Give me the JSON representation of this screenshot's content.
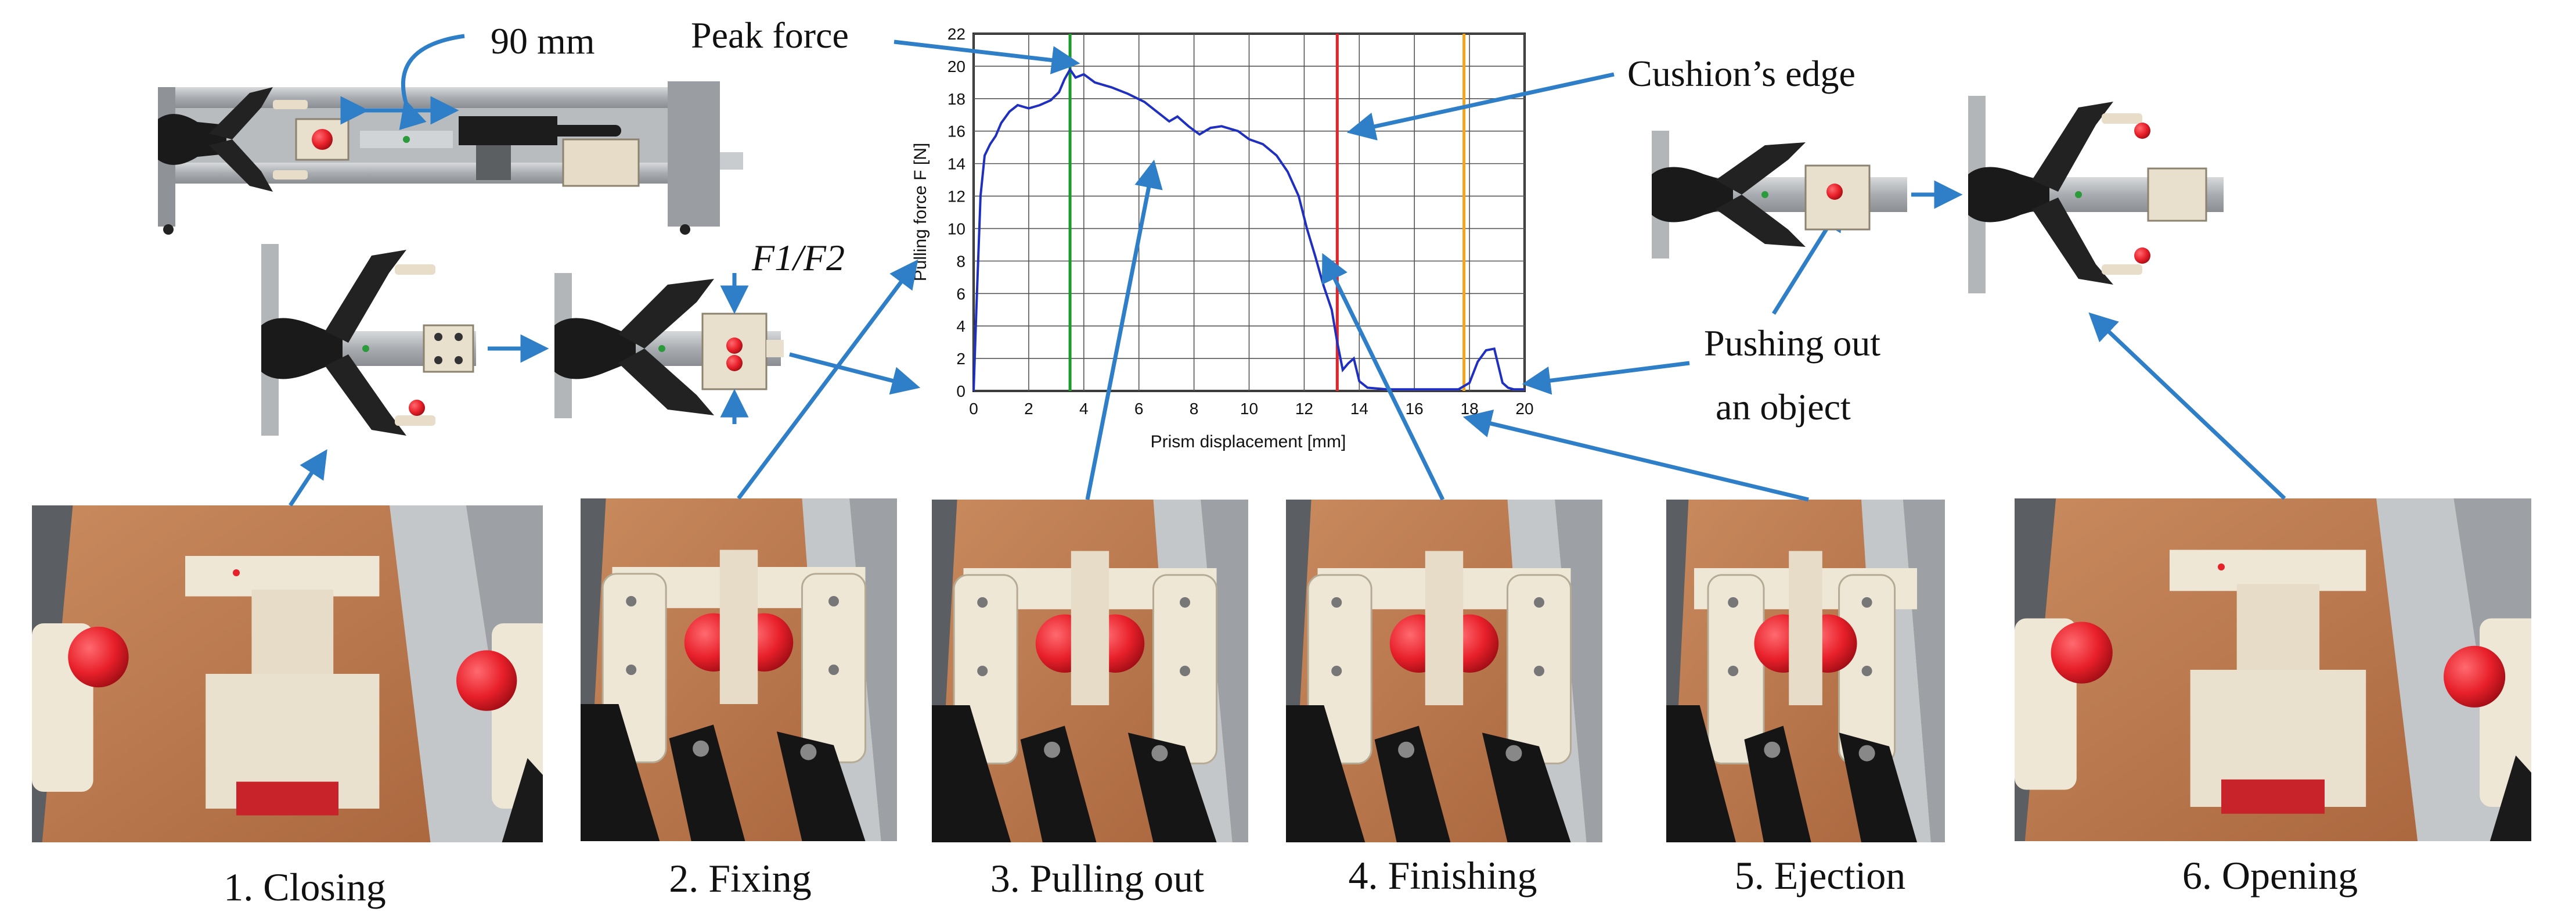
{
  "annotations": {
    "peak_force": "Peak force",
    "cushions_edge": "Cushion’s edge",
    "dimension": "90 mm",
    "force_label": "F1/F2",
    "pushing_out_line1": "Pushing out",
    "pushing_out_line2": "an object"
  },
  "steps": [
    {
      "label": "1. Closing"
    },
    {
      "label": "2. Fixing"
    },
    {
      "label": "3. Pulling out"
    },
    {
      "label": "4. Finishing"
    },
    {
      "label": "5. Ejection"
    },
    {
      "label": "6. Opening"
    }
  ],
  "colors": {
    "arrow": "#2f7fc8",
    "curve": "#1f2fbf",
    "peak_line": "#1a9a2a",
    "cushion_line": "#e0262a",
    "eject_line": "#f2a51a",
    "ball": "#e8202a"
  },
  "chart_data": {
    "type": "line",
    "title": "",
    "xlabel": "Prism displacement [mm]",
    "ylabel": "Pulling force F [N]",
    "xlim": [
      0,
      20
    ],
    "ylim": [
      0,
      22
    ],
    "xticks": [
      0,
      2,
      4,
      6,
      8,
      10,
      12,
      14,
      16,
      18,
      20
    ],
    "yticks": [
      0,
      2,
      4,
      6,
      8,
      10,
      12,
      14,
      16,
      18,
      20,
      22
    ],
    "grid": true,
    "vlines": [
      {
        "x": 3.5,
        "color": "#1a9a2a"
      },
      {
        "x": 13.2,
        "color": "#e0262a"
      },
      {
        "x": 17.8,
        "color": "#f2a51a"
      }
    ],
    "series": [
      {
        "x": [
          0,
          0.1,
          0.25,
          0.4,
          0.6,
          0.8,
          1.0,
          1.3,
          1.6,
          2.0,
          2.4,
          2.8,
          3.1,
          3.3,
          3.5,
          3.7,
          4.0,
          4.4,
          5.0,
          5.6,
          6.2,
          6.8,
          7.1,
          7.4,
          7.8,
          8.2,
          8.6,
          9.0,
          9.6,
          10.0,
          10.5,
          11.0,
          11.4,
          11.8,
          12.1,
          12.4,
          12.7,
          13.0,
          13.2,
          13.4,
          13.6,
          13.8,
          14.0,
          14.3,
          15.0,
          16.0,
          17.0,
          17.6,
          17.8,
          18.0,
          18.3,
          18.6,
          18.9,
          19.2,
          19.4,
          19.6,
          20.0
        ],
        "y": [
          0,
          5,
          12,
          14.5,
          15.2,
          15.7,
          16.5,
          17.2,
          17.6,
          17.4,
          17.6,
          17.9,
          18.4,
          19.2,
          19.8,
          19.3,
          19.5,
          19.0,
          18.7,
          18.3,
          17.8,
          17.0,
          16.6,
          16.9,
          16.3,
          15.8,
          16.2,
          16.3,
          16.0,
          15.5,
          15.2,
          14.5,
          13.5,
          12.0,
          10.0,
          8.3,
          6.5,
          5.0,
          3.0,
          1.3,
          1.7,
          2.0,
          0.6,
          0.2,
          0.1,
          0.1,
          0.1,
          0.1,
          0.3,
          0.5,
          1.8,
          2.5,
          2.6,
          0.5,
          0.2,
          0.1,
          0.1
        ]
      }
    ]
  }
}
